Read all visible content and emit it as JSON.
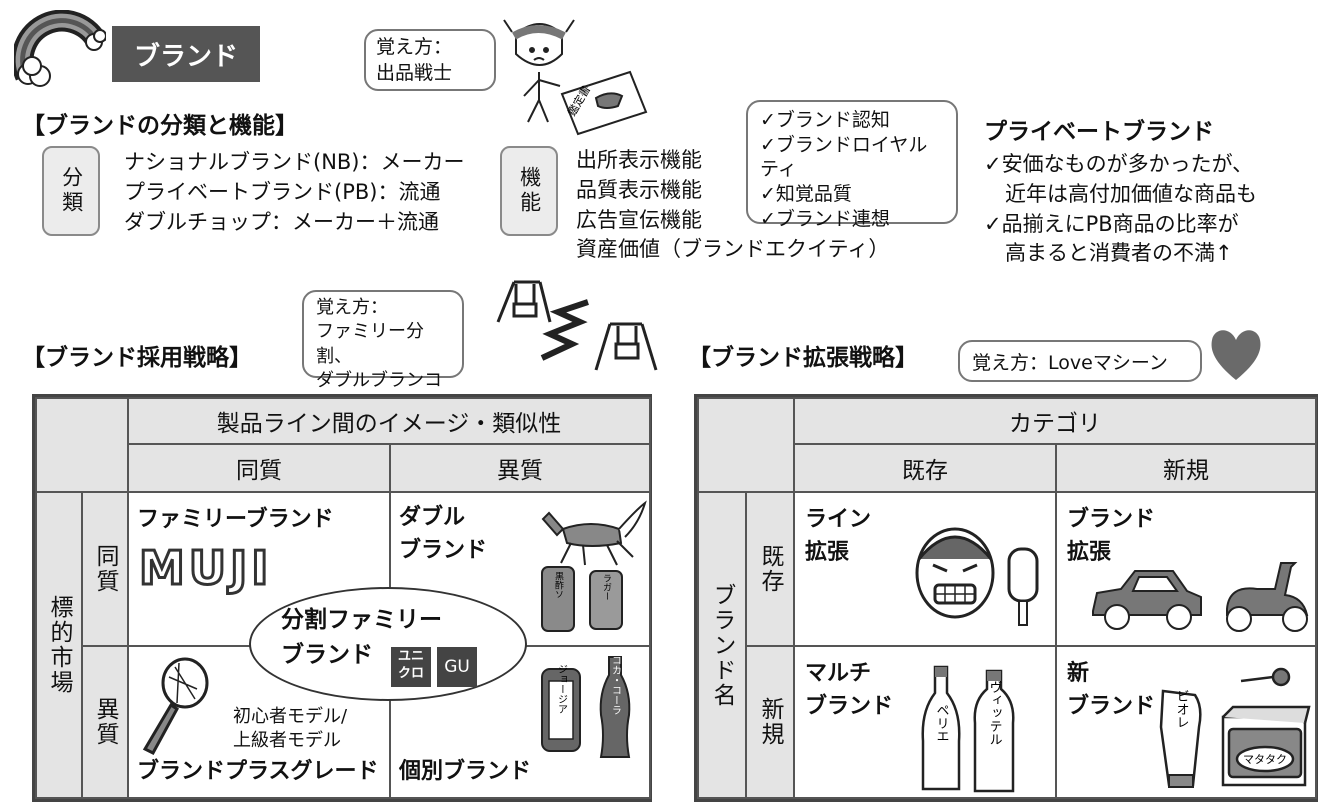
{
  "header": {
    "title": "ブランド"
  },
  "memo_top": {
    "label": "覚え方：",
    "text": "出品戦士"
  },
  "illustration_text": {
    "card": "鑑定書"
  },
  "classification": {
    "heading": "【ブランドの分類と機能】",
    "tag": "分類",
    "items": [
      "ナショナルブランド(NB)：メーカー",
      "プライベートブランド(PB)：流通",
      "ダブルチョップ：メーカー＋流通"
    ]
  },
  "functions": {
    "tag": "機能",
    "items": [
      "出所表示機能",
      "品質表示機能",
      "広告宣伝機能",
      "資産価値（ブランドエクイティ）"
    ]
  },
  "equity_bubble": {
    "items": [
      "✓ブランド認知",
      "✓ブランドロイヤルティ",
      "✓知覚品質",
      "✓ブランド連想"
    ]
  },
  "private_brand": {
    "heading": "プライベートブランド",
    "lines": [
      "✓安価なものが多かったが、",
      "　近年は高付加価値な商品も",
      "✓品揃えにPB商品の比率が",
      "　高まると消費者の不満↑"
    ]
  },
  "adoption": {
    "heading": "【ブランド採用戦略】",
    "memo": {
      "label": "覚え方：",
      "line1": "ファミリー分割、",
      "line2": "ダブルブランコ"
    },
    "table": {
      "col_header": "製品ライン間のイメージ・類似性",
      "cols": [
        "同質",
        "異質"
      ],
      "row_header": "標的市場",
      "rows": [
        "同質",
        "異質"
      ],
      "cells": {
        "family": "ファミリーブランド",
        "double_1": "ダブル",
        "double_2": "ブランド",
        "plus_grade": "ブランドプラスグレード",
        "individual": "個別ブランド",
        "split_1": "分割ファミリー",
        "split_2": "ブランド",
        "grade_note_1": "初心者モデル/",
        "grade_note_2": "上級者モデル"
      },
      "logos": {
        "muji": "MUJI",
        "uniqlo_1": "ユニ",
        "uniqlo_2": "クロ",
        "gu": "GU"
      },
      "can_labels": [
        "黒酢ソ",
        "ラガー",
        "ジョージア",
        "コカ・コーラ"
      ]
    }
  },
  "extension": {
    "heading": "【ブランド拡張戦略】",
    "memo": {
      "label": "覚え方：",
      "text": "Loveマシーン"
    },
    "table": {
      "col_header": "カテゴリ",
      "cols": [
        "既存",
        "新規"
      ],
      "row_header": "ブランド名",
      "rows": [
        "既存",
        "新規"
      ],
      "cells": {
        "line_1": "ライン",
        "line_2": "拡張",
        "brand_1": "ブランド",
        "brand_2": "拡張",
        "multi_1": "マルチ",
        "multi_2": "ブランド",
        "new_1": "新",
        "new_2": "ブランド"
      },
      "bottle_labels": [
        "ペリエ",
        "ヴィッテル",
        "ビオレ",
        "マタタク"
      ]
    }
  },
  "colors": {
    "title_bg": "#555555",
    "tag_bg": "#ececec",
    "header_bg": "#e4e4e4",
    "icon_fill": "#666666"
  }
}
